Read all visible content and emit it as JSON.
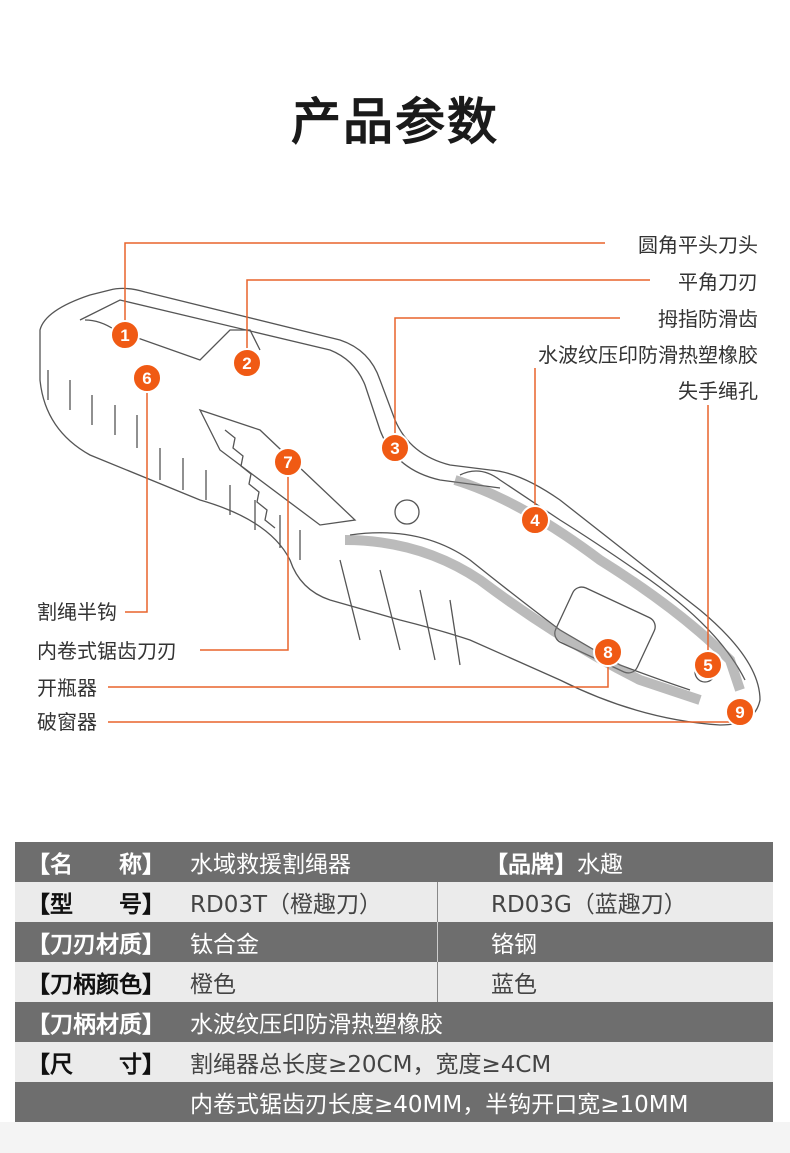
{
  "title": "产品参数",
  "callouts": [
    {
      "num": "1",
      "label": "圆角平头刀头"
    },
    {
      "num": "2",
      "label": "平角刀刃"
    },
    {
      "num": "3",
      "label": "拇指防滑齿"
    },
    {
      "num": "4",
      "label": "水波纹压印防滑热塑橡胶"
    },
    {
      "num": "5",
      "label": "失手绳孔"
    },
    {
      "num": "6",
      "label": "割绳半钩"
    },
    {
      "num": "7",
      "label": "内卷式锯齿刀刃"
    },
    {
      "num": "8",
      "label": "开瓶器"
    },
    {
      "num": "9",
      "label": "破窗器"
    }
  ],
  "colors": {
    "accent": "#f05a14",
    "line": "#e8642c",
    "dark_row": "#6e6e6e",
    "light_row": "#ebebeb"
  },
  "specs": {
    "name_key": "【名　　称】",
    "name_val": "水域救援割绳器",
    "brand_key": "【品牌】",
    "brand_val": "水趣",
    "model_key": "【型　　号】",
    "model_a": "RD03T（橙趣刀）",
    "model_b": "RD03G（蓝趣刀）",
    "blade_key": "【刀刃材质】",
    "blade_a": "钛合金",
    "blade_b": "铬钢",
    "color_key": "【刀柄颜色】",
    "color_a": "橙色",
    "color_b": "蓝色",
    "handle_key": "【刀柄材质】",
    "handle_val": "水波纹压印防滑热塑橡胶",
    "size_key": "【尺　　寸】",
    "size_val1": "割绳器总长度≥20CM，宽度≥4CM",
    "size_val2": "内卷式锯齿刃长度≥40MM，半钩开口宽≥10MM"
  }
}
